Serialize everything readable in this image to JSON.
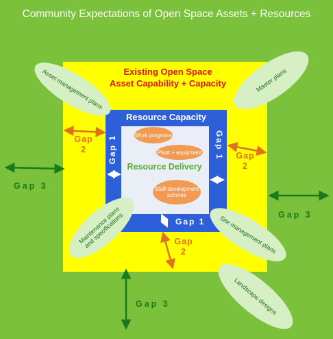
{
  "outer_title": "Community Expectations of Open Space Assets + Resources",
  "existing_line1": "Existing Open Space",
  "existing_line2": "Asset Capability + Capacity",
  "resource_capacity": "Resource Capacity",
  "resource_delivery": "Resource Delivery",
  "pills": {
    "work": "Work programs",
    "plant": "Plant + equipment",
    "staff": "Staff development scheme"
  },
  "gap1": "Gap 1",
  "gap2": "Gap",
  "gap2_num": "2",
  "gap3": "Gap 3",
  "ellipses": {
    "asset_management": "Asset management plans",
    "master": "Master plans",
    "maintenance": "Maintenance plans and specifications",
    "site_management": "Site management plans",
    "landscape": "Landscape designs"
  },
  "colors": {
    "outer": "#7bc13c",
    "capability": "#ffff00",
    "capacity": "#2d5fd8",
    "delivery": "#e9eef7",
    "gap2_arrow": "#e0721e",
    "gap3_arrow": "#1b7a1b"
  }
}
